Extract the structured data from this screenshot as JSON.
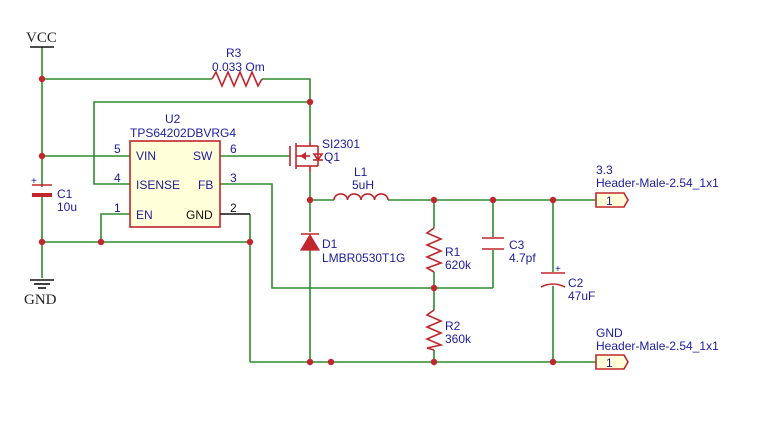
{
  "power": {
    "vcc": "VCC",
    "gnd": "GND"
  },
  "u2": {
    "ref": "U2",
    "value": "TPS64202DBVRG4",
    "pins": {
      "vin_num": "5",
      "vin": "VIN",
      "isense_num": "4",
      "isense": "ISENSE",
      "en_num": "1",
      "en": "EN",
      "sw_num": "6",
      "sw": "SW",
      "fb_num": "3",
      "fb": "FB",
      "gnd_num": "2",
      "gnd": "GND"
    }
  },
  "r3": {
    "ref": "R3",
    "value": "0.033 Om"
  },
  "q1": {
    "part": "SI2301",
    "ref": "Q1"
  },
  "l1": {
    "ref": "L1",
    "value": "5uH"
  },
  "d1": {
    "ref": "D1",
    "value": "LMBR0530T1G"
  },
  "r1": {
    "ref": "R1",
    "value": "620k"
  },
  "r2": {
    "ref": "R2",
    "value": "360k"
  },
  "c1": {
    "ref": "C1",
    "value": "10u"
  },
  "c2": {
    "ref": "C2",
    "value": "47uF"
  },
  "c3": {
    "ref": "C3",
    "value": "4.7pf"
  },
  "out_connector": {
    "net": "3.3",
    "part": "Header-Male-2.54_1x1",
    "pin": "1"
  },
  "gnd_connector": {
    "net": "GND",
    "part": "Header-Male-2.54_1x1",
    "pin": "1"
  },
  "colors": {
    "wire": "#2f8a2f",
    "component": "#c0262b",
    "text": "#1c1c9c",
    "ic_fill": "#ffffd9"
  }
}
